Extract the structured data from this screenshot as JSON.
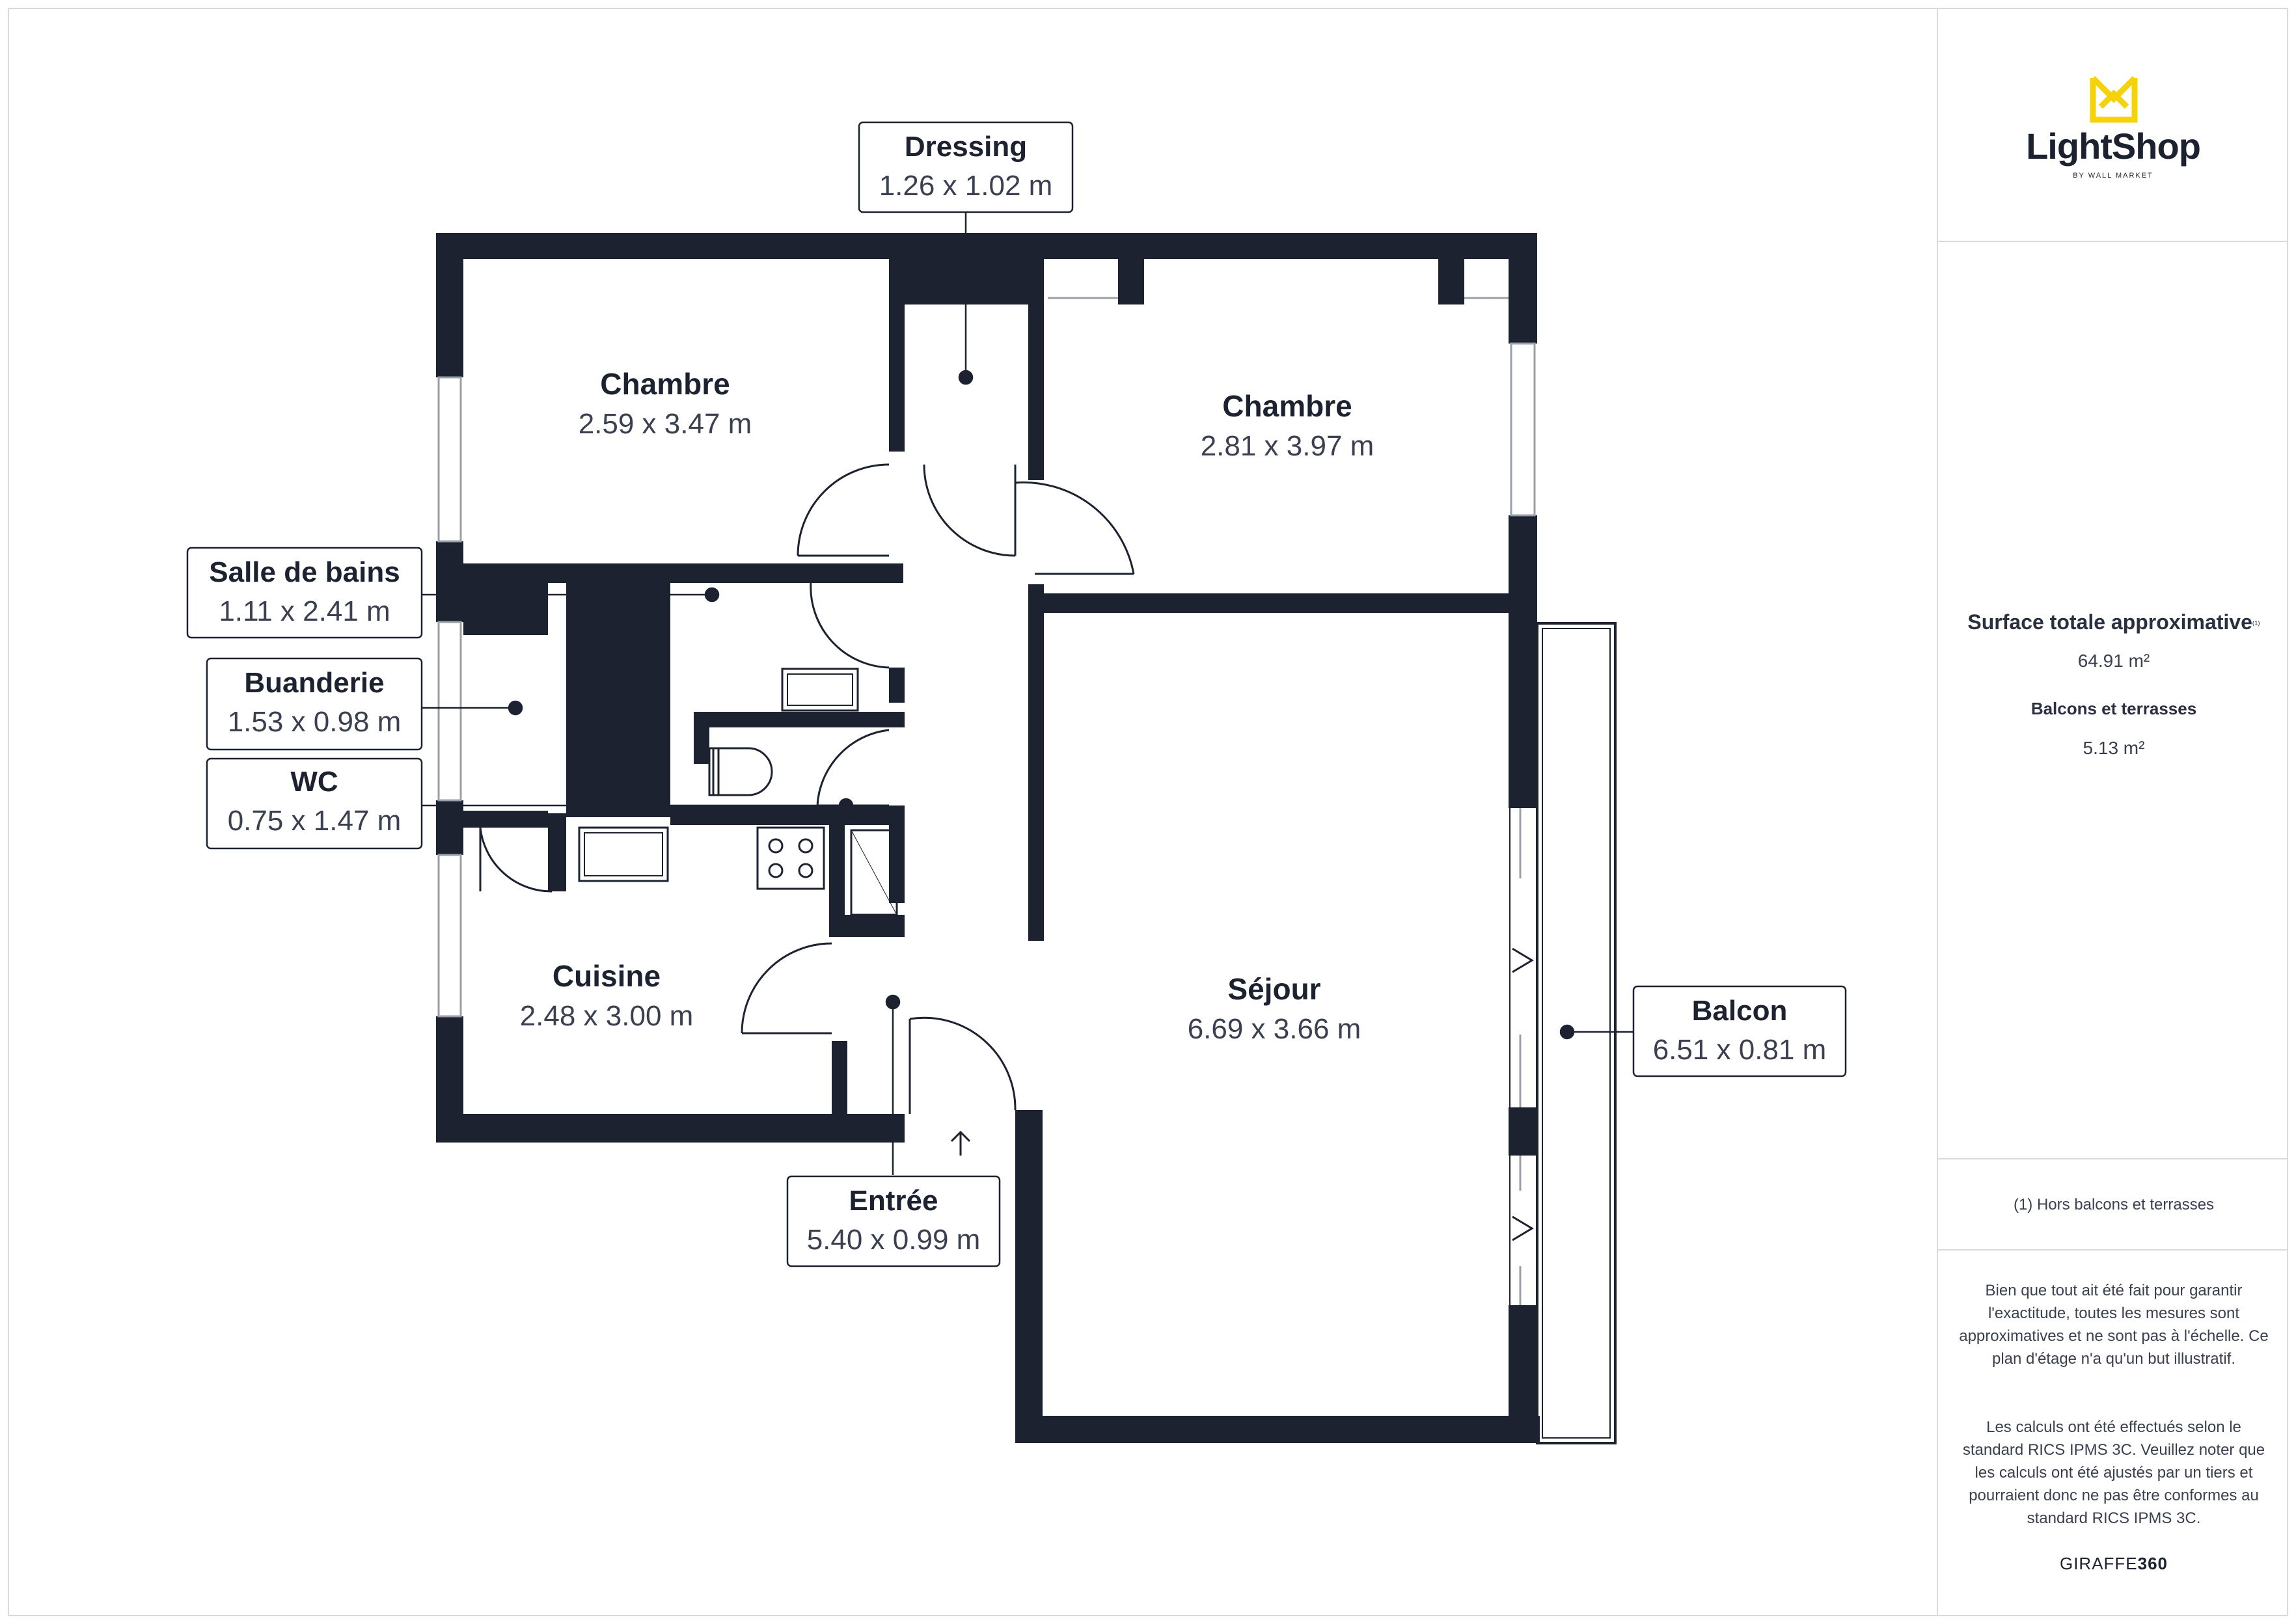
{
  "brand": {
    "name": "LightShop",
    "tagline": "BY WALL MARKET",
    "accent_color": "#f5d20a",
    "icon": "lightshop-crown-logo"
  },
  "summary": {
    "total_label": "Surface totale approximative",
    "total_footnote_ref": "(1)",
    "total_value": "64.91 m²",
    "balcony_label": "Balcons et terrasses",
    "balcony_value": "5.13 m²"
  },
  "footnote": "(1) Hors balcons et terrasses",
  "disclaimer": {
    "p1": "Bien que tout ait été fait pour garantir l'exactitude, toutes les mesures sont approximatives et ne sont pas à l'échelle. Ce plan d'étage n'a qu'un but illustratif.",
    "p2": "Les calculs ont été effectués selon le standard RICS IPMS 3C. Veuillez noter que les calculs ont été ajustés par un tiers et pourraient donc ne pas être conformes au standard RICS IPMS 3C."
  },
  "credit": {
    "prefix": "GIRAFFE",
    "suffix": "360"
  },
  "rooms": {
    "dressing": {
      "name": "Dressing",
      "dims": "1.26 x 1.02 m"
    },
    "chambre1": {
      "name": "Chambre",
      "dims": "2.59 x 3.47 m"
    },
    "chambre2": {
      "name": "Chambre",
      "dims": "2.81 x 3.97 m"
    },
    "salle_de_bains": {
      "name": "Salle de bains",
      "dims": "1.11 x 2.41 m"
    },
    "buanderie": {
      "name": "Buanderie",
      "dims": "1.53 x 0.98 m"
    },
    "wc": {
      "name": "WC",
      "dims": "0.75 x 1.47 m"
    },
    "cuisine": {
      "name": "Cuisine",
      "dims": "2.48 x 3.00 m"
    },
    "sejour": {
      "name": "Séjour",
      "dims": "6.69 x 3.66 m"
    },
    "balcon": {
      "name": "Balcon",
      "dims": "6.51 x 0.81 m"
    },
    "entree": {
      "name": "Entrée",
      "dims": "5.40 x 0.99 m"
    }
  },
  "colors": {
    "wall": "#1c2230",
    "line": "#1c2230",
    "window": "#aab0b8",
    "label_border": "#1c2230"
  }
}
